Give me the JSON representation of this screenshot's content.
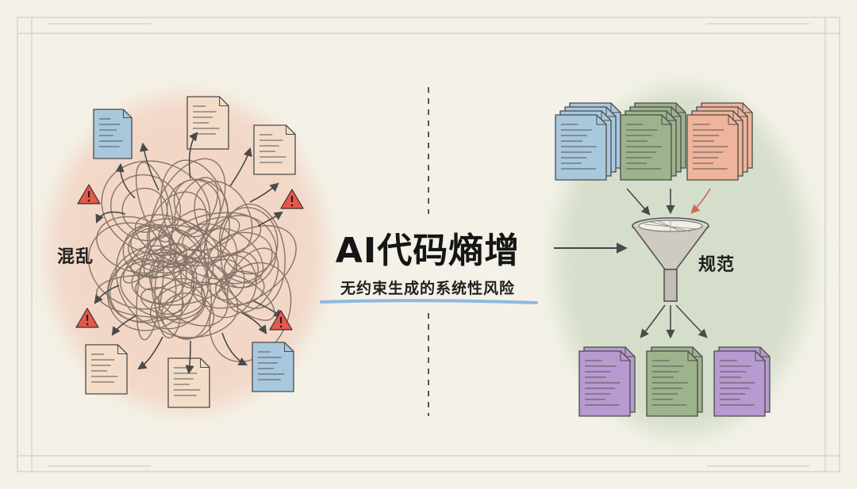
{
  "title": "AI代码熵增",
  "subtitle": "无约束生成的系统性风险",
  "left_label": "混乱",
  "right_label": "规范",
  "colors": {
    "background": "#f4f2e8",
    "chaos_wash": "#f1c9b6",
    "order_wash": "#c9d6bf",
    "doc_blue": "#a9c8de",
    "doc_green": "#9db38c",
    "doc_orange": "#efb49b",
    "doc_purple": "#b69ad0",
    "doc_beige": "#f3ddc9",
    "warning": "#e8584a",
    "underline": "#8fb8e0"
  },
  "icons": [
    "warning-icon",
    "document-icon",
    "funnel-icon",
    "arrow-icon",
    "tangle-icon"
  ]
}
